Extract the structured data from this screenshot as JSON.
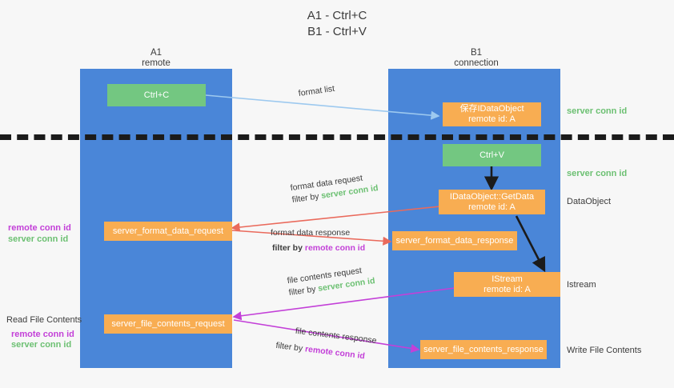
{
  "title": {
    "line1": "A1 - Ctrl+C",
    "line2": "B1 - Ctrl+V"
  },
  "columns": [
    {
      "name": "A1",
      "sub": "remote"
    },
    {
      "name": "B1",
      "sub": "connection"
    }
  ],
  "boxes": {
    "ctrl_c": "Ctrl+C",
    "ctrl_v": "Ctrl+V",
    "save_dataobject_l1": "保存IDataObject",
    "save_dataobject_l2": "remote id: A",
    "getdata_l1": "IDataObject::GetData",
    "getdata_l2": "remote id: A",
    "istream_l1": "IStream",
    "istream_l2": "remote id: A",
    "server_format_data_request": "server_format_data_request",
    "server_format_data_response": "server_format_data_response",
    "server_file_contents_request": "server_file_contents_request",
    "server_file_contents_response": "server_file_contents_response"
  },
  "edges": {
    "format_list": "format list",
    "format_data_request": "format data request",
    "format_data_response": "format data response",
    "file_contents_request": "file contents request",
    "file_contents_response": "file contents response",
    "filter_by": "filter by",
    "server_conn_id": "server conn id",
    "remote_conn_id": "remote conn id"
  },
  "annotations": {
    "right_server_conn_id_top": "server conn id",
    "right_server_conn_id_mid": "server conn id",
    "dataobject": "DataObject",
    "istream": "Istream",
    "write_file_contents": "Write File Contents",
    "read_file_contents": "Read File Contents",
    "remote_conn_id": "remote conn id",
    "server_conn_id": "server conn id"
  },
  "colors": {
    "lane": "#4a86d8",
    "green_box": "#73c781",
    "orange_box": "#f8ad52",
    "server_conn_id": "#6cc072",
    "remote_conn_id": "#c340d8",
    "arrow_blue": "#9dc9ef",
    "arrow_red": "#ea6a5c",
    "arrow_magenta": "#c340d8",
    "arrow_dark": "#1b1b1b",
    "divider": "#1b1b1b"
  }
}
